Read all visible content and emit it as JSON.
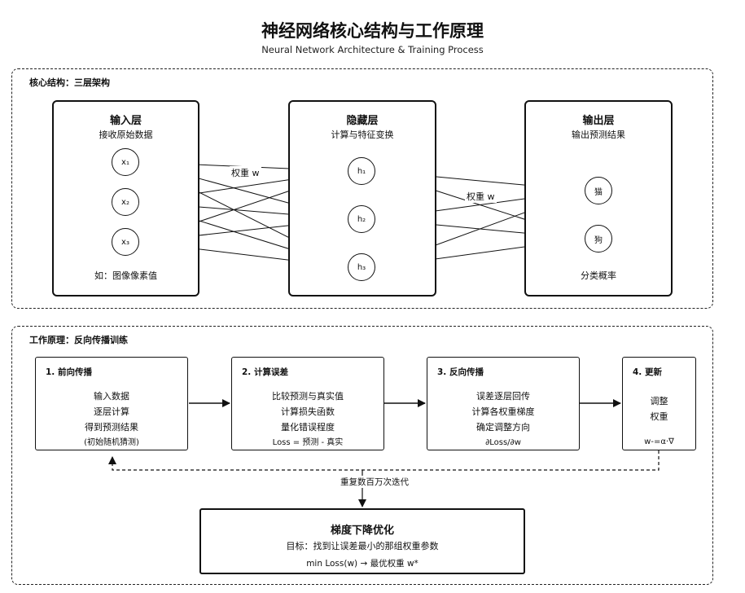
{
  "title": "神经网络核心结构与工作原理",
  "subtitle": "Neural Network Architecture & Training Process",
  "structure": {
    "label": "核心结构：三层架构",
    "input_layer": {
      "title": "输入层",
      "subtitle": "接收原始数据",
      "note": "如：图像像素值",
      "nodes": [
        "x₁",
        "x₂",
        "x₃"
      ]
    },
    "hidden_layer": {
      "title": "隐藏层",
      "subtitle": "计算与特征变换",
      "nodes": [
        "h₁",
        "h₂",
        "h₃"
      ]
    },
    "output_layer": {
      "title": "输出层",
      "subtitle": "输出预测结果",
      "note": "分类概率",
      "nodes": [
        "猫",
        "狗"
      ]
    },
    "weight_label_1": "权重 w",
    "weight_label_2": "权重 w"
  },
  "training": {
    "label": "工作原理：反向传播训练",
    "steps": [
      {
        "title": "1. 前向传播",
        "lines": [
          "输入数据",
          "逐层计算",
          "得到预测结果"
        ],
        "note": "(初始随机猜测)"
      },
      {
        "title": "2. 计算误差",
        "lines": [
          "比较预测与真实值",
          "计算损失函数",
          "量化错误程度"
        ],
        "note": "Loss = 预测 - 真实"
      },
      {
        "title": "3. 反向传播",
        "lines": [
          "误差逐层回传",
          "计算各权重梯度",
          "确定调整方向"
        ],
        "note": "∂Loss/∂w"
      },
      {
        "title": "4. 更新",
        "lines": [
          "调整",
          "权重"
        ],
        "note": "w-=α·∇"
      }
    ],
    "repeat_label": "重复数百万次迭代",
    "gradient_descent": {
      "title": "梯度下降优化",
      "goal": "目标：找到让误差最小的那组权重参数",
      "formula": "min Loss(w) → 最优权重 w*"
    }
  }
}
